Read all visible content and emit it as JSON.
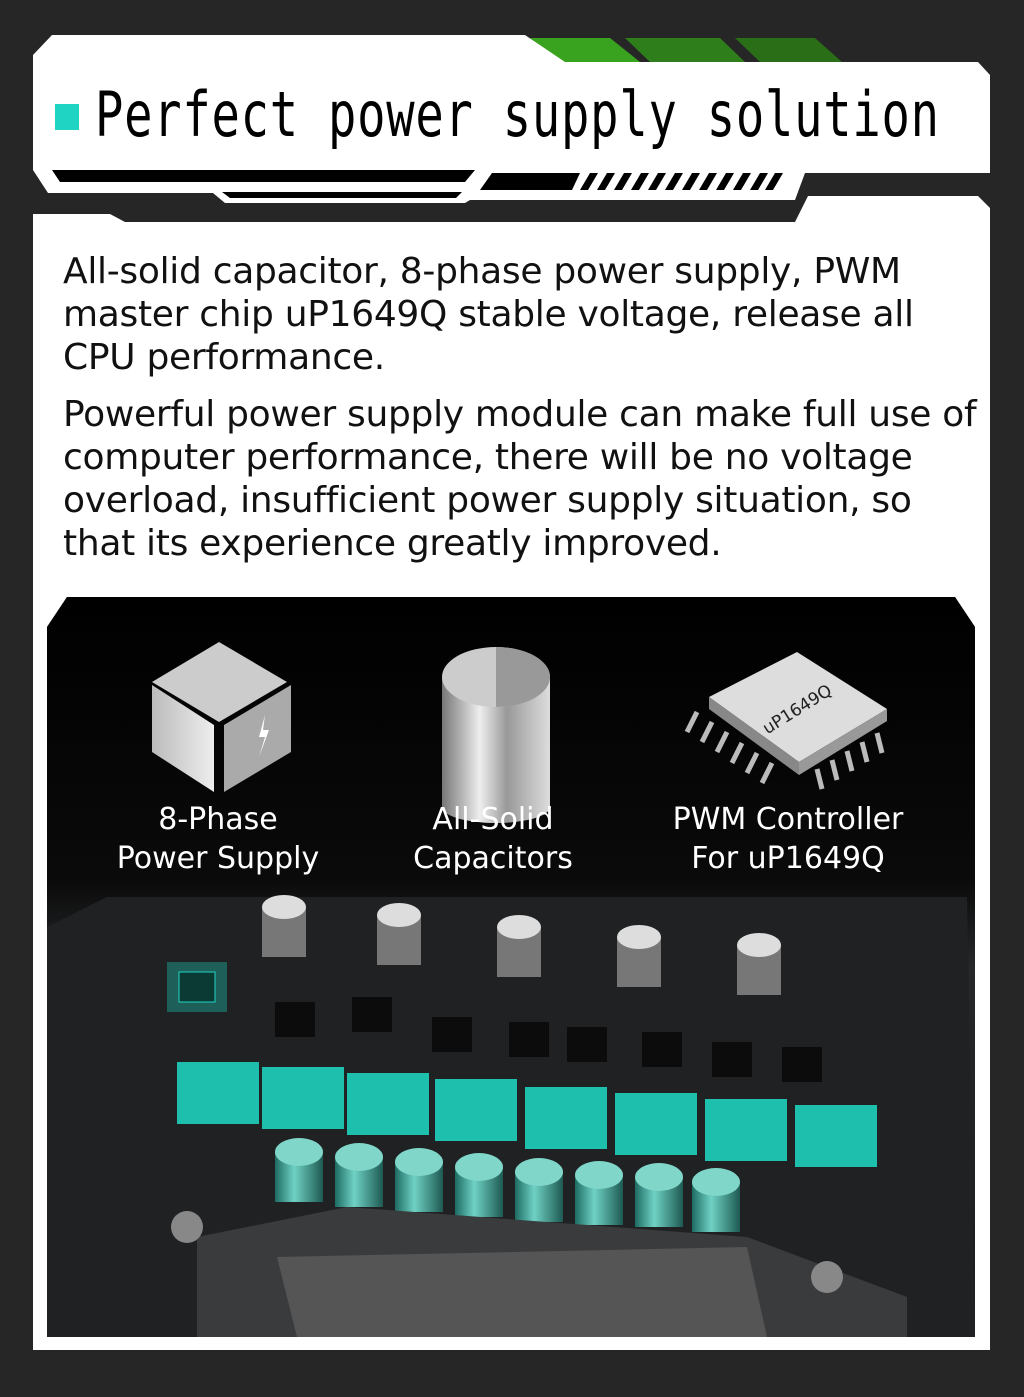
{
  "header": {
    "title": "Perfect power supply solution"
  },
  "description": {
    "paragraphs": [
      "All-solid capacitor, 8-phase power supply, PWM master chip uP1649Q stable voltage, release all CPU performance.",
      "Powerful power supply module can make full use of computer performance, there will be no voltage overload, insufficient power supply situation, so that its experience greatly improved."
    ]
  },
  "features": [
    {
      "icon": "power-cube-icon",
      "line1": "8-Phase",
      "line2": "Power Supply"
    },
    {
      "icon": "capacitor-icon",
      "line1": "All-Solid",
      "line2": "Capacitors"
    },
    {
      "icon": "chip-icon",
      "line1": "PWM Controller",
      "line2": "For uP1649Q",
      "chip_text": "uP1649Q"
    }
  ],
  "colors": {
    "accent": "#1fd4c2",
    "green": "#3a9a22",
    "background": "#262626"
  }
}
